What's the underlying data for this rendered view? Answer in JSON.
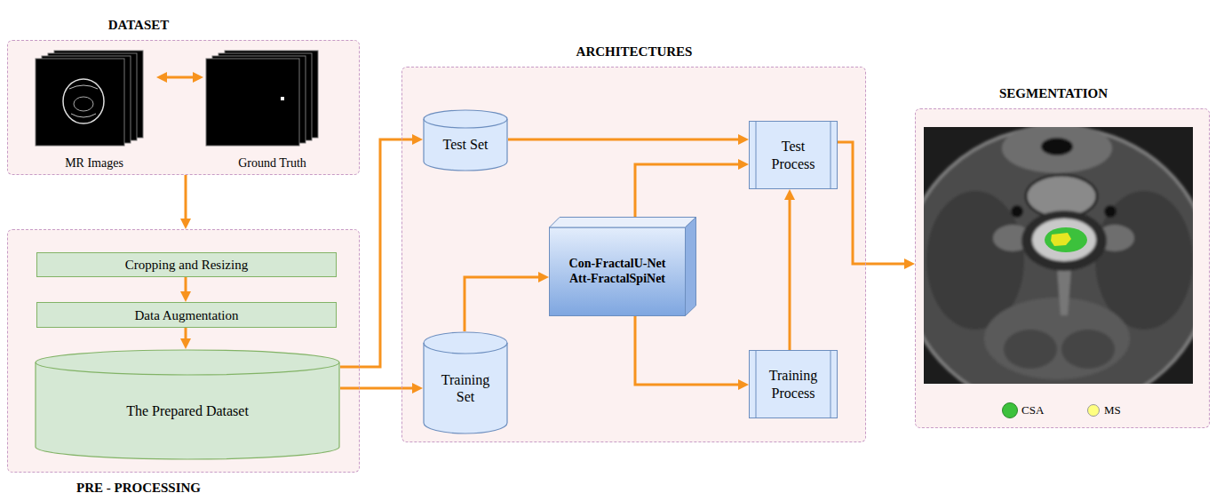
{
  "diagram": {
    "nodes": [
      {
        "text": [
          "DATASET"
        ]
      },
      {
        "text": [
          "MR Images"
        ],
        "in": 0
      },
      {
        "text": [
          "Ground Truth"
        ],
        "in": 0
      },
      {
        "text": [
          "PRE - PROCESSING"
        ]
      },
      {
        "text": [
          "Cropping and Resizing"
        ],
        "in": 3
      },
      {
        "text": [
          "Data Augmentation"
        ],
        "in": 3
      },
      {
        "text": [
          "The Prepared Dataset"
        ],
        "in": 3
      },
      {
        "text": [
          "ARCHITECTURES"
        ]
      },
      {
        "text": [
          "Test Set"
        ],
        "in": 7
      },
      {
        "text": [
          "Training Set"
        ],
        "in": 7
      },
      {
        "text": [
          "Con-FractalU-Net Att-FractalSpiNet"
        ],
        "in": 7
      },
      {
        "text": [
          "Test Process"
        ],
        "in": 7
      },
      {
        "text": [
          "Training Process"
        ],
        "in": 7
      },
      {
        "text": [
          "SEGMENTATION"
        ]
      }
    ],
    "edges": [
      {
        "from": 1,
        "to": 2,
        "arrow": "both"
      },
      {
        "from": 0,
        "to": 3,
        "arrow": "to"
      },
      {
        "from": 4,
        "to": 5,
        "arrow": "to"
      },
      {
        "from": 5,
        "to": 6,
        "arrow": "to"
      },
      {
        "from": 6,
        "to": 8,
        "arrow": "to"
      },
      {
        "from": 6,
        "to": 9,
        "arrow": "to"
      },
      {
        "from": 8,
        "to": 11,
        "arrow": "to"
      },
      {
        "from": 9,
        "to": 10,
        "arrow": "to"
      },
      {
        "from": 10,
        "to": 11,
        "arrow": "to"
      },
      {
        "from": 10,
        "to": 12,
        "arrow": "to"
      },
      {
        "from": 12,
        "to": 11,
        "arrow": "to"
      },
      {
        "from": 11,
        "to": 13,
        "arrow": "to"
      }
    ],
    "legend": [
      {
        "text": "CSA",
        "color": "#3cc13c"
      },
      {
        "text": "MS",
        "color": "#ffff80"
      }
    ]
  }
}
